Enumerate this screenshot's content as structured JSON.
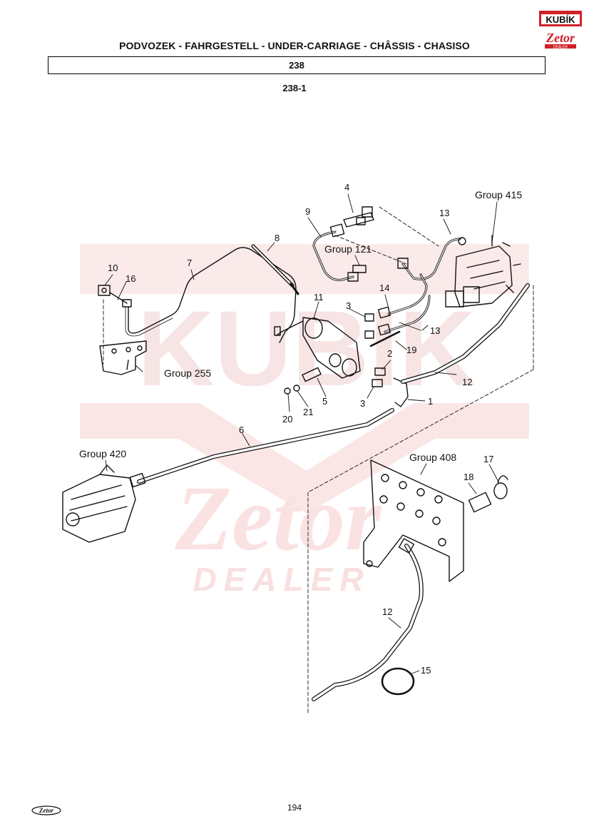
{
  "header": {
    "title": "PODVOZEK - FAHRGESTELL - UNDER-CARRIAGE - CHÂSSIS - CHASISO",
    "group_number": "238",
    "subgroup": "238-1"
  },
  "logo": {
    "brand": "KUBÍK",
    "sub": "Zetor",
    "dealer": "DEALER"
  },
  "watermark": {
    "text": "KUBIK",
    "dealer": "DEALER"
  },
  "callouts": {
    "p1": "1",
    "p2": "2",
    "p3a": "3",
    "p3b": "3",
    "p4": "4",
    "p5": "5",
    "p6": "6",
    "p7": "7",
    "p8": "8",
    "p9": "9",
    "p10": "10",
    "p11": "11",
    "p12a": "12",
    "p12b": "12",
    "p13a": "13",
    "p13b": "13",
    "p14": "14",
    "p15": "15",
    "p16": "16",
    "p17": "17",
    "p18": "18",
    "p19": "19",
    "p20": "20",
    "p21": "21"
  },
  "groups": {
    "g415": "Group 415",
    "g121": "Group 121",
    "g255": "Group 255",
    "g420": "Group 420",
    "g408": "Group 408"
  },
  "footer": {
    "page_number": "194",
    "brand": "Zetor"
  },
  "colors": {
    "watermark": "#f6dede",
    "line": "#111111",
    "logo_red": "#d1212a"
  }
}
